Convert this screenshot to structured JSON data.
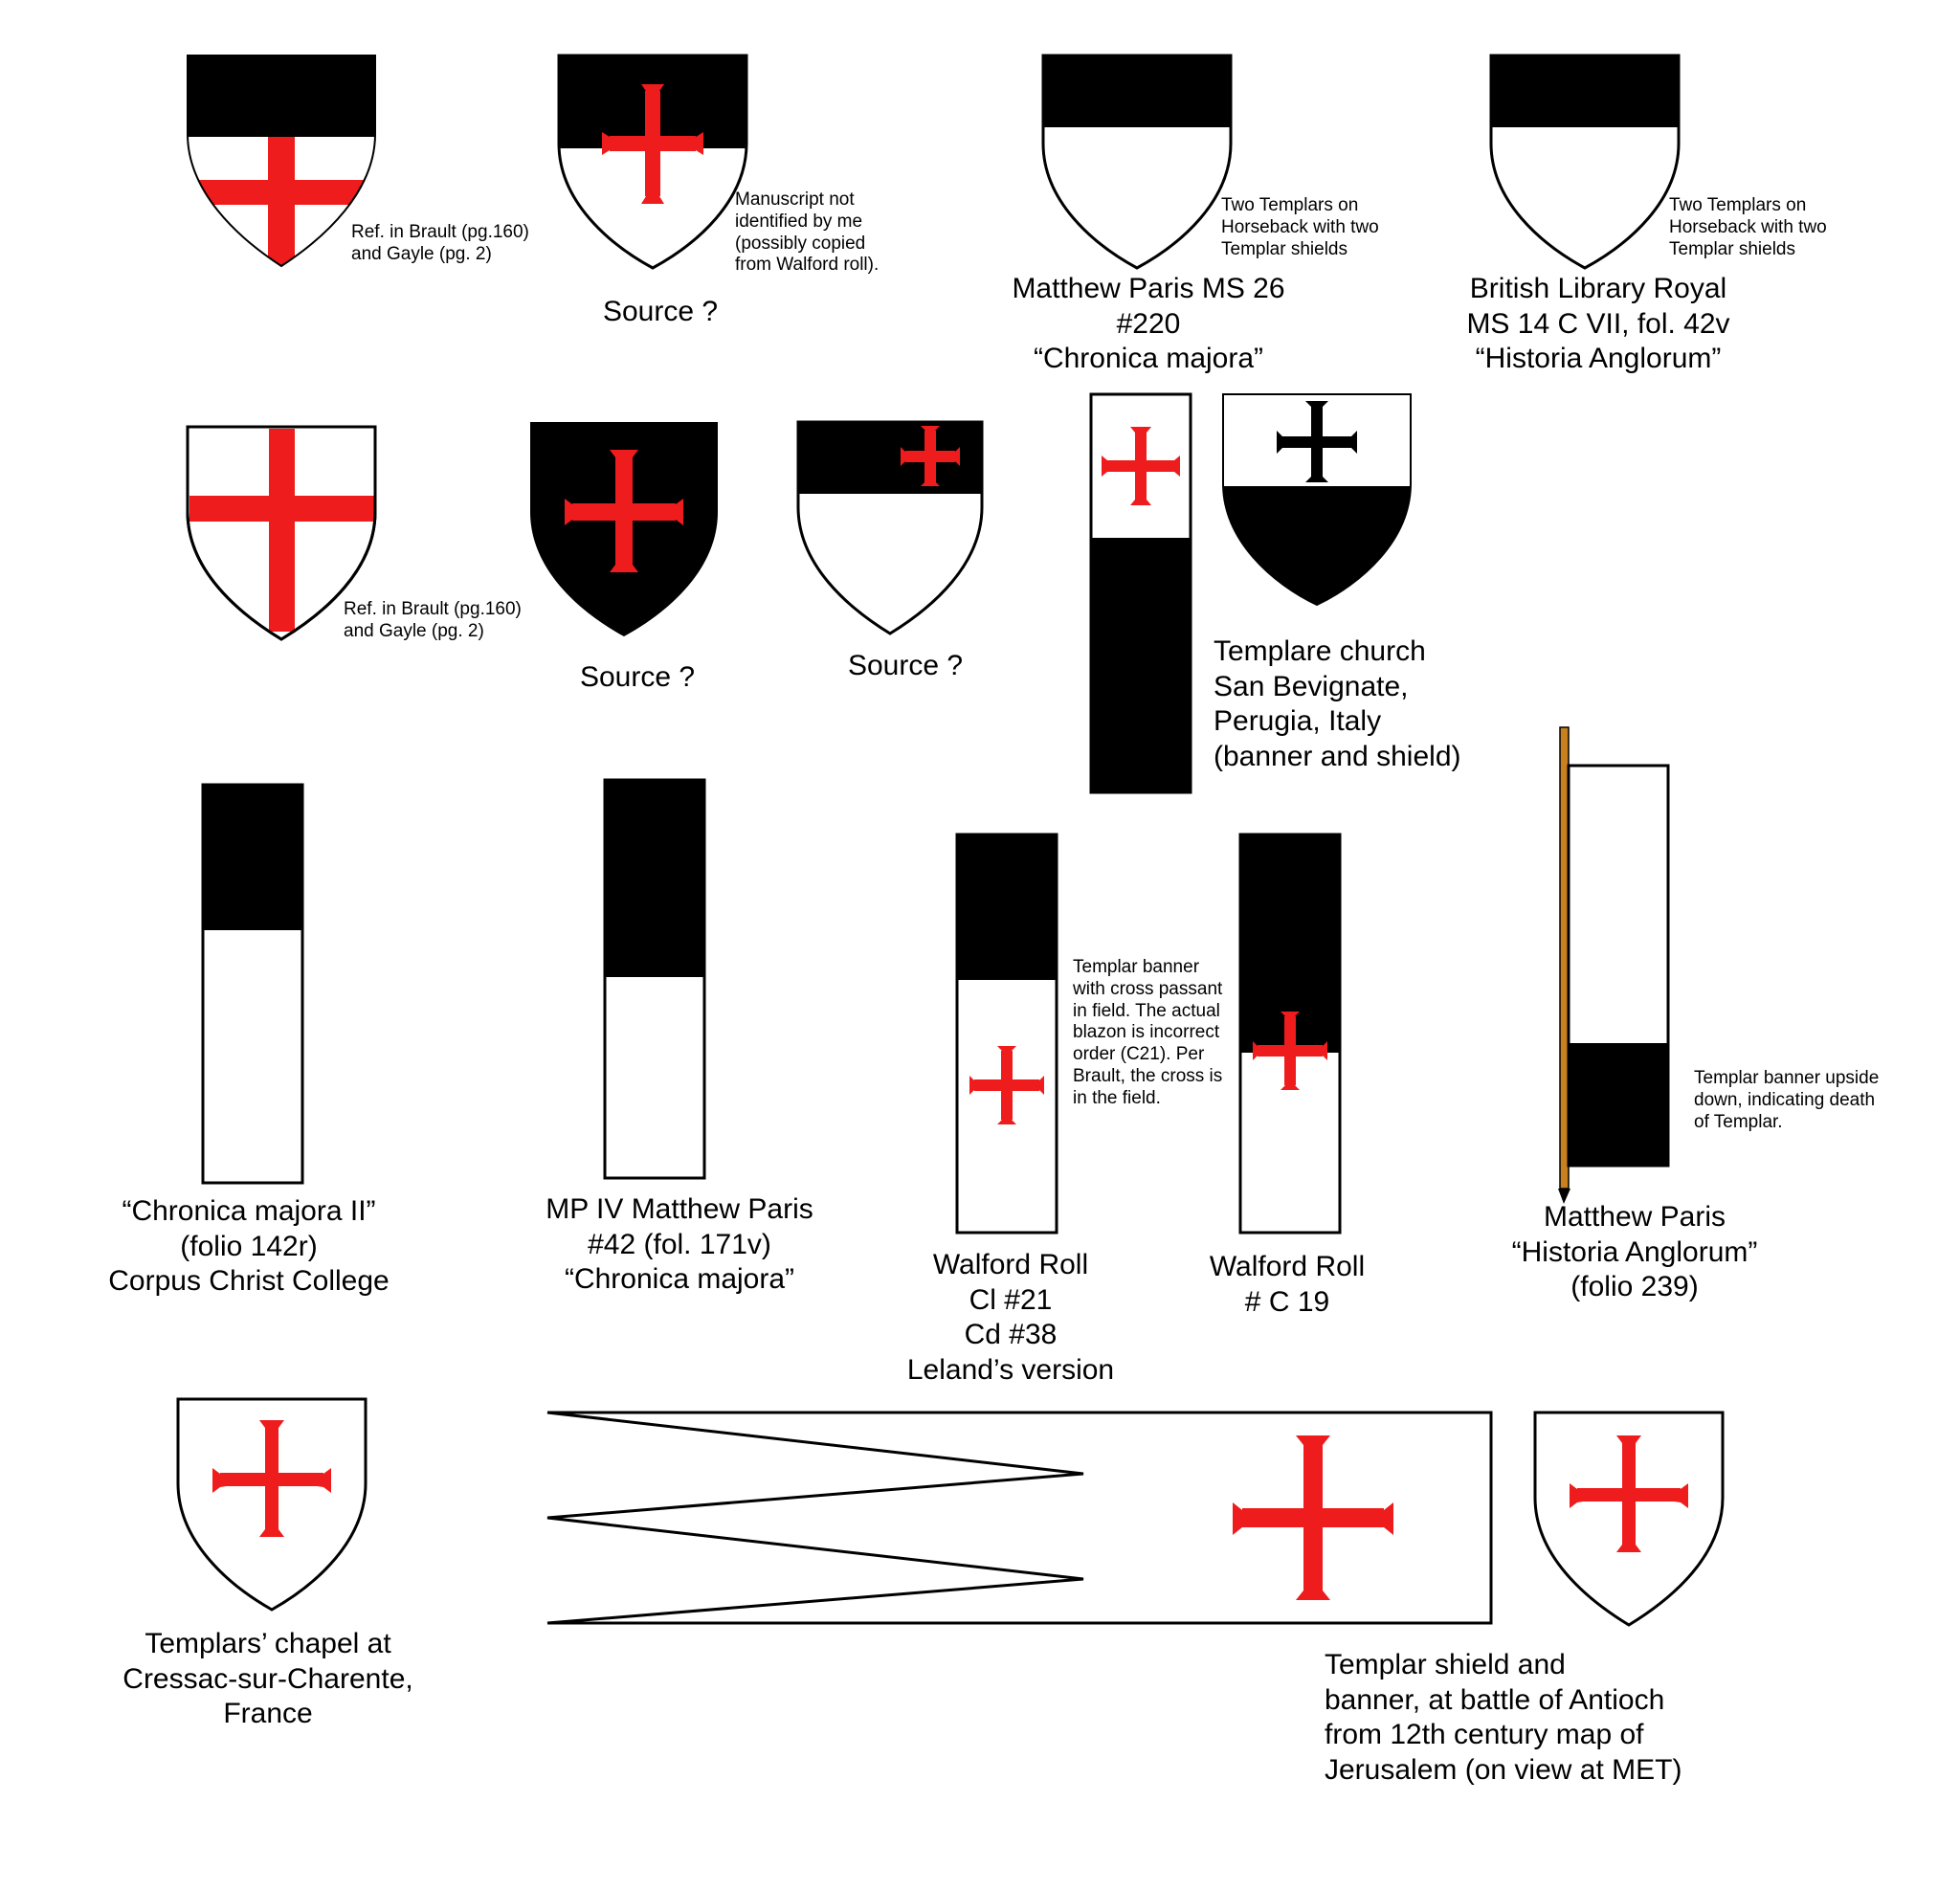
{
  "colors": {
    "black": "#000000",
    "white": "#ffffff",
    "red": "#ee1c1c",
    "staff": "#c8811e"
  },
  "row1": {
    "item1_note": "Ref. in Brault (pg.160)\nand Gayle (pg. 2)",
    "item2_note": "Manuscript not\nidentified by me\n(possibly copied\nfrom Walford roll).",
    "item2_caption": "Source ?",
    "item3_note": "Two Templars on\nHorseback with two\nTemplar shields",
    "item3_caption": "Matthew Paris MS 26\n#220\n“Chronica majora”",
    "item4_note": "Two Templars on\nHorseback with two\nTemplar shields",
    "item4_caption": "British Library Royal\nMS 14 C VII, fol. 42v\n“Historia Anglorum”"
  },
  "row2": {
    "item1_note": "Ref. in Brault (pg.160)\nand Gayle (pg. 2)",
    "item2_caption": "Source ?",
    "item3_caption": "Source ?",
    "item4_caption": "Templare church\nSan Bevignate,\nPerugia, Italy\n(banner and shield)"
  },
  "row3": {
    "item1_caption": "“Chronica majora II”\n(folio 142r)\nCorpus Christ College",
    "item2_caption": "MP IV Matthew Paris\n#42 (fol. 171v)\n“Chronica majora”",
    "item3_note": "Templar banner\nwith cross passant\nin field. The actual\nblazon is incorrect\norder (C21). Per\nBrault, the cross is\nin the field.",
    "item3_caption": "Walford Roll\nCl #21\nCd #38\nLeland’s version",
    "item4_caption": "Walford Roll\n# C 19",
    "item5_note": "Templar banner upside\ndown, indicating death\nof Templar.",
    "item5_caption": "Matthew Paris\n“Historia Anglorum”\n(folio 239)"
  },
  "row4": {
    "item1_caption": "Templars’ chapel at\nCressac-sur-Charente,\nFrance",
    "item2_caption": "Templar shield and\nbanner, at battle of Antioch\nfrom 12th century map of\nJerusalem (on view at MET)"
  }
}
